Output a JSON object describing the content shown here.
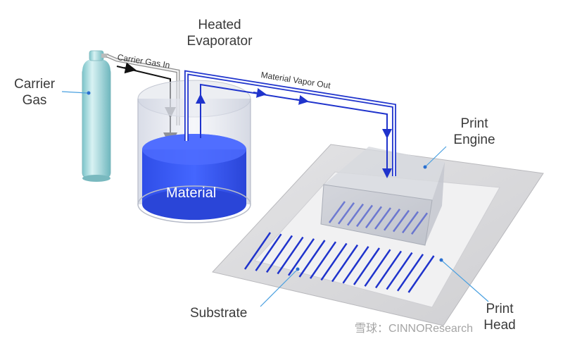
{
  "labels": {
    "heated_evaporator_line1": "Heated",
    "heated_evaporator_line2": "Evaporator",
    "carrier_gas_line1": "Carrier",
    "carrier_gas_line2": "Gas",
    "carrier_gas_in": "Carrier Gas In",
    "material_vapor_out": "Material Vapor Out",
    "material": "Material",
    "print_engine_line1": "Print",
    "print_engine_line2": "Engine",
    "substrate": "Substrate",
    "print_head_line1": "Print",
    "print_head_line2": "Head"
  },
  "watermark": "雪球：CINNOResearch",
  "colors": {
    "vapor_line": "#1f33cc",
    "carrier_line": "#111111",
    "material": "#3557f0",
    "cylinder": "#88d0d6",
    "substrate": "#d6d6d8",
    "leader": "#4aa0e0"
  }
}
